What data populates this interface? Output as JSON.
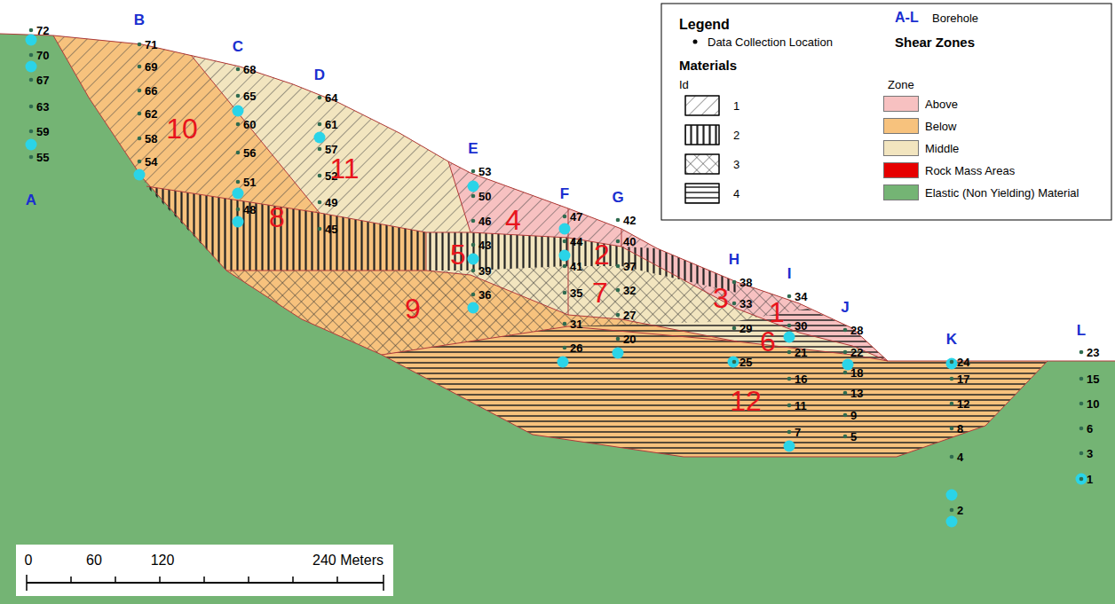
{
  "diagram": {
    "labels": [
      "A",
      "72",
      "70",
      "67",
      "63",
      "59",
      "55",
      "B",
      "71",
      "69",
      "66",
      "62",
      "58",
      "54",
      "C",
      "68",
      "65",
      "60",
      "56",
      "51",
      "48",
      "D",
      "64",
      "61",
      "57",
      "52",
      "49",
      "45",
      "E",
      "53",
      "50",
      "46",
      "43",
      "39",
      "36",
      "F",
      "47",
      "44",
      "41",
      "35",
      "31",
      "26",
      "G",
      "42",
      "40",
      "37",
      "32",
      "27",
      "20",
      "H",
      "38",
      "33",
      "29",
      "25",
      "I",
      "34",
      "30",
      "21",
      "16",
      "11",
      "7",
      "J",
      "28",
      "22",
      "18",
      "13",
      "9",
      "5",
      "K",
      "24",
      "17",
      "12",
      "8",
      "4",
      "2",
      "L",
      "23",
      "15",
      "10",
      "6",
      "3",
      "1",
      "10",
      "11",
      "8",
      "4",
      "5",
      "2",
      "7",
      "9",
      "3",
      "1",
      "6",
      "12",
      "Legend",
      "A-L",
      "Shear Zones",
      "Materials",
      "Id",
      "Zone",
      "0",
      "60",
      "120",
      "240 Meters"
    ],
    "legend": [
      {
        "text": "Borehole"
      },
      {
        "text": "Data Collection Location"
      },
      {
        "text": "1"
      },
      {
        "text": "2"
      },
      {
        "text": "3"
      },
      {
        "text": "4"
      },
      {
        "text": "Above",
        "color": "#f7c1c1"
      },
      {
        "text": "Below",
        "color": "#f7c27d"
      },
      {
        "text": "Middle",
        "color": "#f2e5bf"
      },
      {
        "text": "Rock Mass Areas",
        "color": "#e60000"
      },
      {
        "text": "Elastic (Non Yielding) Material",
        "color": "#74b474"
      }
    ]
  }
}
